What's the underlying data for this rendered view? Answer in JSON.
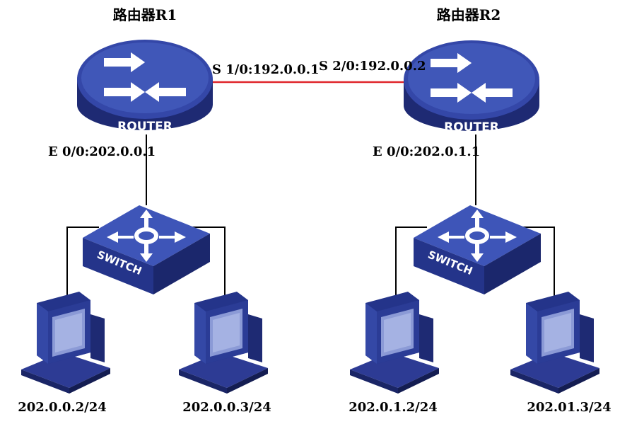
{
  "colors": {
    "device_blue": "#2f3f9a",
    "device_dark": "#1e2a73",
    "device_top": "#4f67c8",
    "serial_link": "#e0262b",
    "cable": "#000000"
  },
  "routers": [
    {
      "title": "路由器R1",
      "badge": "ROUTER",
      "serial_if": "S 1/0:192.0.0.1",
      "eth_if": "E 0/0:202.0.0.1",
      "icon": "router-icon"
    },
    {
      "title": "路由器R2",
      "badge": "ROUTER",
      "serial_if": "S 2/0:192.0.0.2",
      "eth_if": "E 0/0:202.0.1.1",
      "icon": "router-icon"
    }
  ],
  "switches": [
    {
      "badge": "SWITCH",
      "icon": "switch-icon"
    },
    {
      "badge": "SWITCH",
      "icon": "switch-icon"
    }
  ],
  "hosts": [
    {
      "ip": "202.0.0.2/24",
      "icon": "computer-icon"
    },
    {
      "ip": "202.0.0.3/24",
      "icon": "computer-icon"
    },
    {
      "ip": "202.0.1.2/24",
      "icon": "computer-icon"
    },
    {
      "ip": "202.01.3/24",
      "icon": "computer-icon"
    }
  ]
}
